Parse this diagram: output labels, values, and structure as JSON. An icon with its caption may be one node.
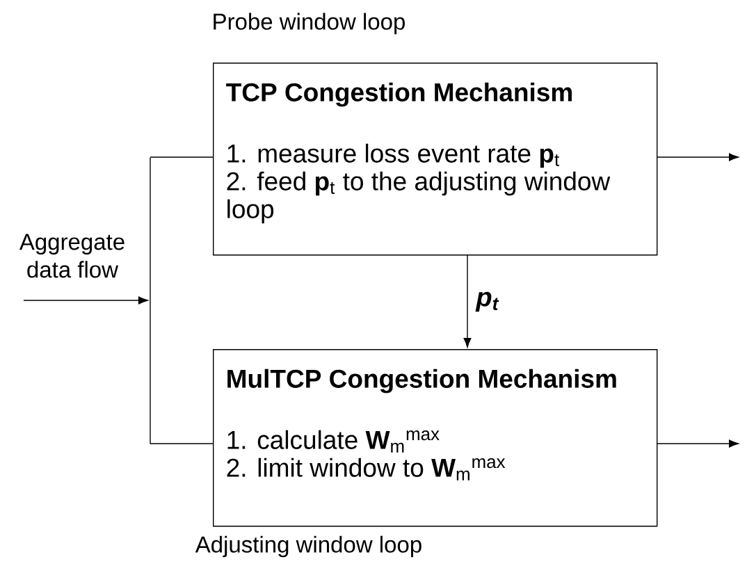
{
  "diagram": {
    "nodes": [
      {
        "text": [
          "TCP Congestion Mechanism",
          "1. measure loss event rate **p**$_{t}$",
          "2. feed **p**$_{t}$ to the adjusting window loop"
        ],
        "beside": [
          "Probe window loop"
        ]
      },
      {
        "text": [
          "Aggregate data flow"
        ]
      },
      {
        "text": [
          "MulTCP Congestion Mechanism",
          "1. calculate **W**$_{m}$$^{max}$",
          "2. limit window to **W**$_{m}$$^{max}$"
        ],
        "beside": [
          "Adjusting window loop"
        ]
      },
      {
        "text": [],
        "shape": "bar"
      }
    ],
    "edges": [
      {
        "from": 1,
        "to": 3,
        "arrow": "to"
      },
      {
        "from": 3,
        "to": 0,
        "arrow": "none"
      },
      {
        "from": 3,
        "to": 2,
        "arrow": "none"
      },
      {
        "from": 0,
        "to": 2,
        "arrow": "to",
        "label": "p$_{t}$"
      },
      {
        "from": 0,
        "to": null,
        "arrow": "to"
      },
      {
        "from": 2,
        "to": null,
        "arrow": "to"
      }
    ]
  }
}
